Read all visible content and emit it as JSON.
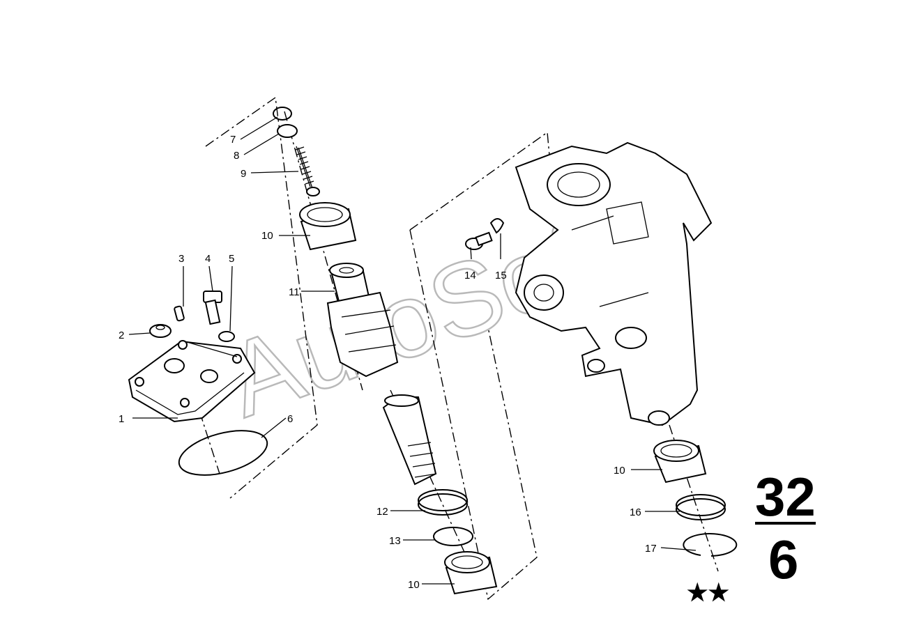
{
  "diagram": {
    "callouts": [
      "1",
      "2",
      "3",
      "4",
      "5",
      "6",
      "7",
      "8",
      "9",
      "10",
      "11",
      "12",
      "13",
      "10",
      "14",
      "15",
      "10",
      "16",
      "17"
    ],
    "group_number": "32",
    "sub_number": "6",
    "marks": "★★",
    "watermark": "AutoSoft"
  }
}
